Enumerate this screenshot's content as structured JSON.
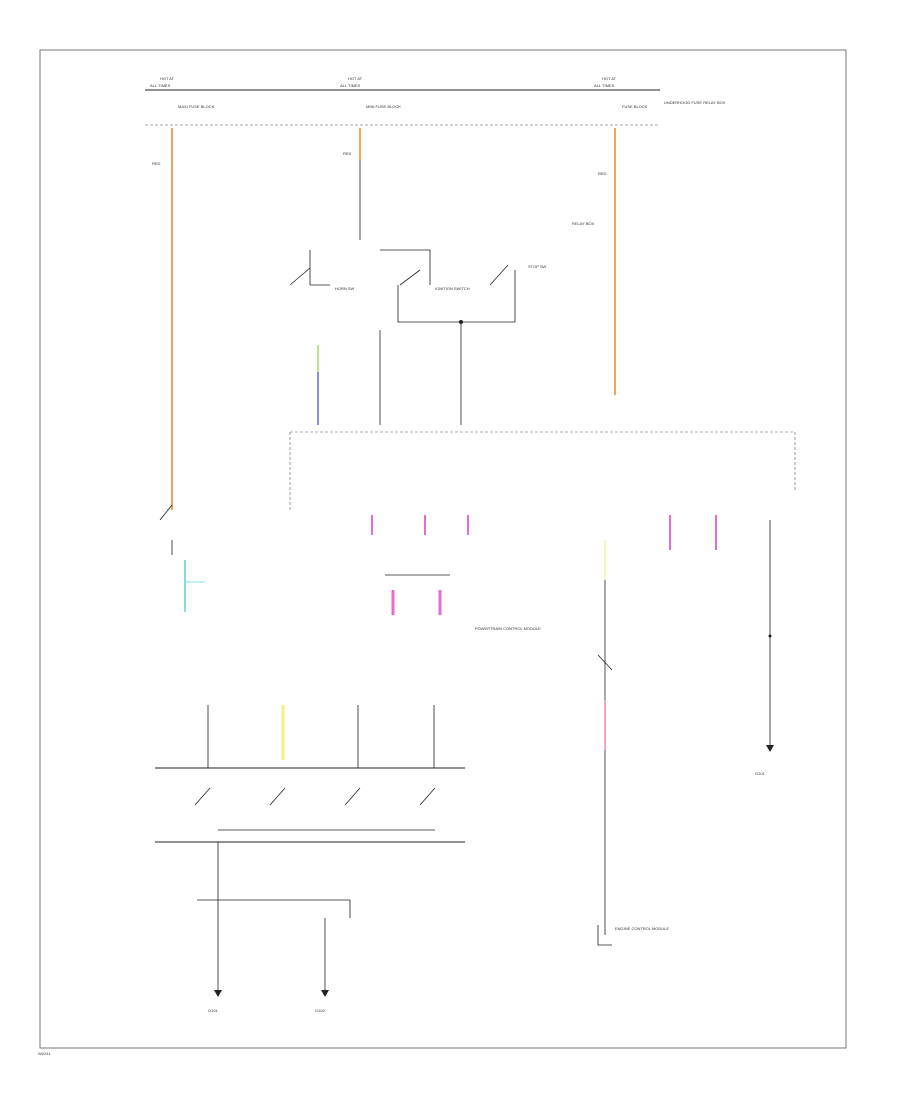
{
  "footer": {
    "code": "W0241"
  },
  "colors": {
    "orange": "#f5a35a",
    "pink": "#e46bd1",
    "blue": "#8b8ee8",
    "green": "#b5e88c",
    "yellow": "#f2f27a",
    "cyan": "#7fdcea",
    "lightpink": "#f7a5b8",
    "cream": "#f7f3c5"
  },
  "labels": {
    "hot_at_left": "HOT AT",
    "hot_at_mid": "HOT AT",
    "hot_at_right": "HOT AT",
    "all_times_left": "ALL TIMES",
    "all_times_mid": "ALL TIMES",
    "all_times_right": "ALL TIMES",
    "fuse_left": "MAXI FUSE BLOCK",
    "fuse_mid": "MINI FUSE BLOCK",
    "fuse_right": "FUSE BLOCK",
    "underhood": "UNDERHOOD FUSE RELAY BOX",
    "wire_left": "RED",
    "wire_mid": "RED",
    "wire_right": "RED",
    "relay_box": "RELAY BOX",
    "horn_sw": "HORN SW",
    "ign_switch": "IGNITION SWITCH",
    "stop_sw": "STOP SW",
    "pcm": "POWERTRAIN CONTROL MODULE",
    "ground_left": "G101",
    "ground_mid": "G102",
    "ground_right": "G201",
    "ecm": "ENGINE CONTROL MODULE"
  }
}
